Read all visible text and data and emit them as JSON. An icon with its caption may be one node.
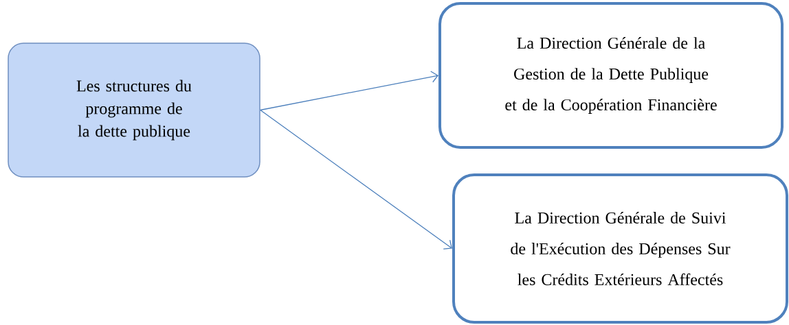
{
  "diagram": {
    "nodes": [
      {
        "text": [
          "Les structures du programme de la dette publique"
        ]
      },
      {
        "text": [
          "La Direction Générale de la Gestion de la Dette Publique et de la Coopération Financière"
        ]
      },
      {
        "text": [
          "La Direction Générale de Suivi de l'Exécution des Dépenses Sur les Crédits Extérieurs Affectés"
        ]
      }
    ],
    "edges": [
      {
        "from": 0,
        "to": 1,
        "arrow": "to"
      },
      {
        "from": 0,
        "to": 2,
        "arrow": "to"
      }
    ]
  }
}
